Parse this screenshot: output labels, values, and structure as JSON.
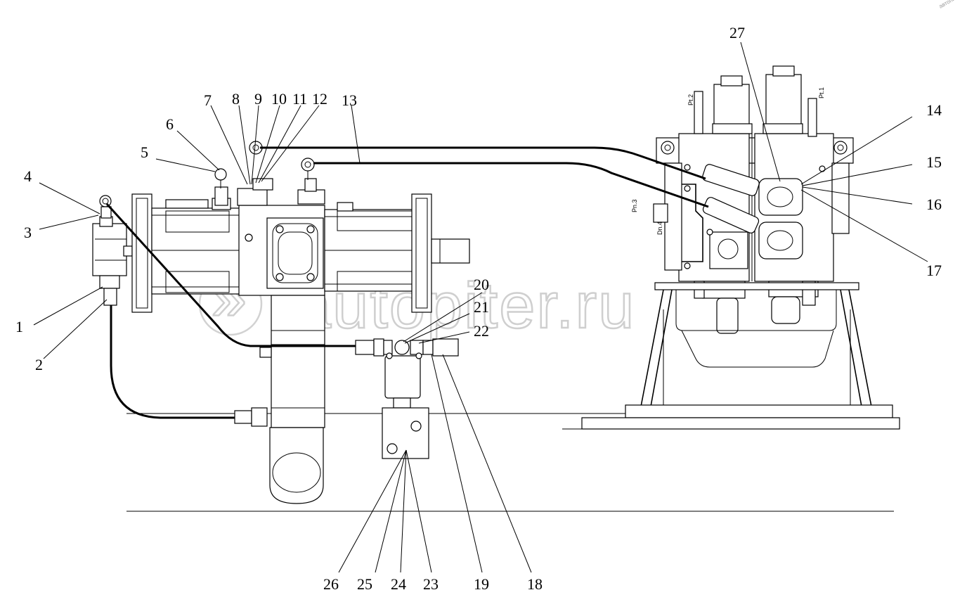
{
  "callouts": [
    "1",
    "2",
    "3",
    "4",
    "5",
    "6",
    "7",
    "8",
    "9",
    "10",
    "11",
    "12",
    "13",
    "14",
    "15",
    "16",
    "17",
    "18",
    "19",
    "20",
    "21",
    "22",
    "23",
    "24",
    "25",
    "26",
    "27"
  ],
  "port_labels": [
    "Pt.2",
    "Pt.1",
    "Pn.3",
    "Dn.4"
  ],
  "watermark": {
    "logo_text": "autopiter.ru",
    "corner_text": "автопитер"
  }
}
